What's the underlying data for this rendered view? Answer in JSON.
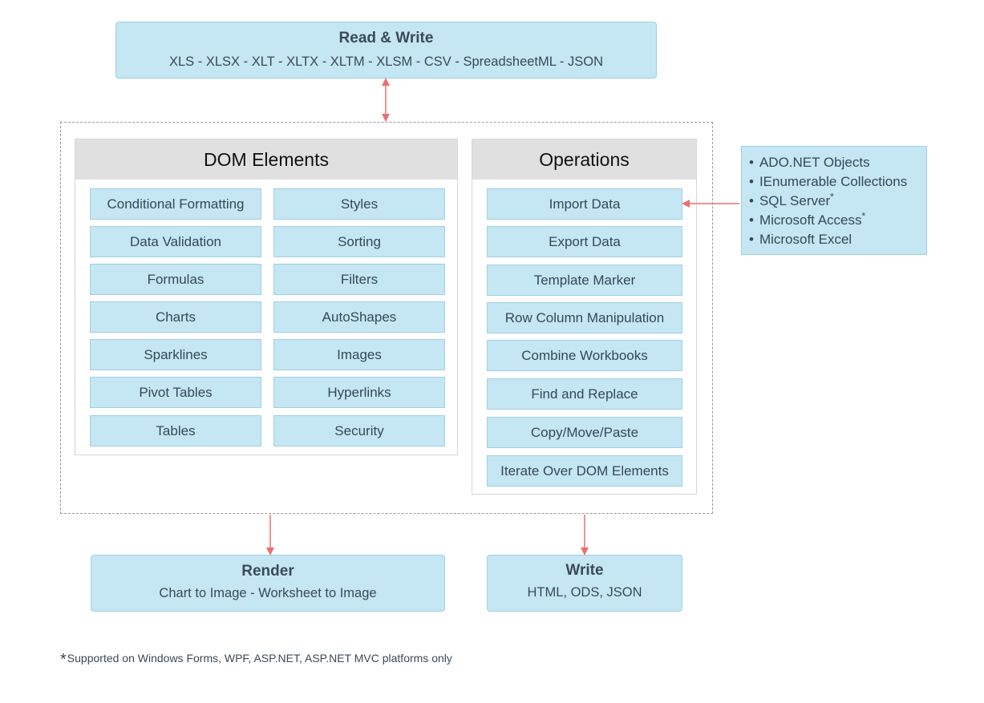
{
  "read_write": {
    "title": "Read & Write",
    "formats": "XLS - XLSX - XLT - XLTX - XLTM - XLSM - CSV -  SpreadsheetML - JSON"
  },
  "dom_elements": {
    "title": "DOM Elements",
    "left_column": [
      "Conditional Formatting",
      "Data Validation",
      "Formulas",
      "Charts",
      "Sparklines",
      "Pivot Tables",
      "Tables"
    ],
    "right_column": [
      "Styles",
      "Sorting",
      "Filters",
      "AutoShapes",
      "Images",
      "Hyperlinks",
      "Security"
    ]
  },
  "operations": {
    "title": "Operations",
    "items": [
      "Import Data",
      "Export Data",
      "Template Marker",
      "Row Column Manipulation",
      "Combine Workbooks",
      "Find and Replace",
      "Copy/Move/Paste",
      "Iterate Over DOM Elements"
    ]
  },
  "data_sources": {
    "items": [
      {
        "label": "ADO.NET Objects",
        "mark": ""
      },
      {
        "label": "IEnumerable Collections",
        "mark": ""
      },
      {
        "label": "SQL Server",
        "mark": "*"
      },
      {
        "label": "Microsoft Access",
        "mark": "*"
      },
      {
        "label": "Microsoft Excel",
        "mark": ""
      }
    ]
  },
  "render": {
    "title": "Render",
    "subtitle": "Chart to Image - Worksheet to Image"
  },
  "write": {
    "title": "Write",
    "formats": "HTML, ODS, JSON"
  },
  "footnote": {
    "mark": "*",
    "text": "Supported on Windows Forms, WPF, ASP.NET, ASP.NET MVC platforms only"
  },
  "colors": {
    "box_fill": "#c5e6f3",
    "box_border": "#9fd0e4",
    "arrow": "#e8706f",
    "panel_header": "#e0e0e0"
  }
}
